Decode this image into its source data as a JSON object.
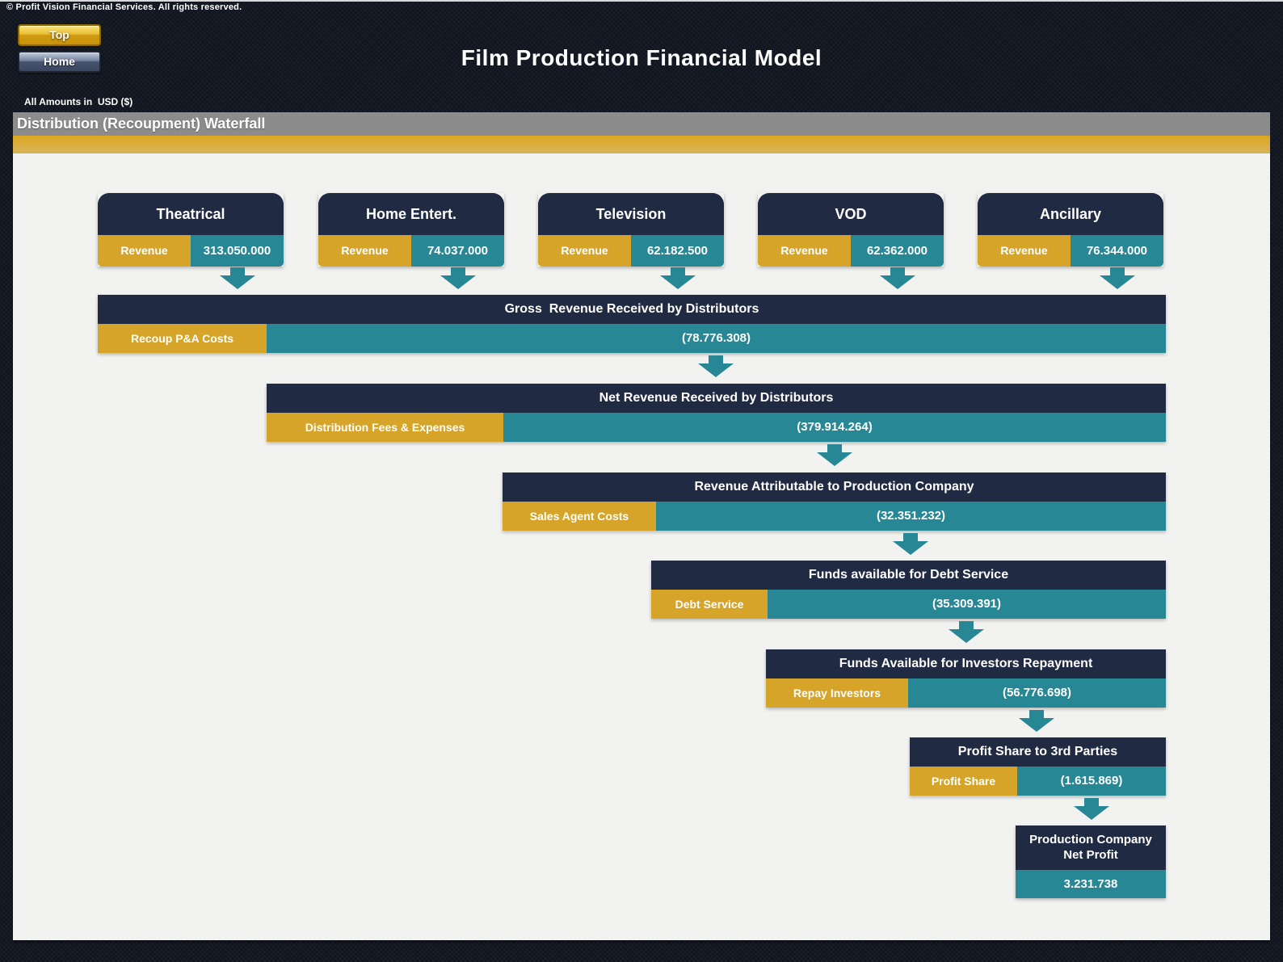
{
  "page": {
    "copyright": "© Profit Vision Financial Services. All rights reserved.",
    "title": "Film Production Financial Model",
    "currency_note": "All Amounts in  USD ($)",
    "section_title": "Distribution (Recoupment) Waterfall"
  },
  "nav": {
    "top_label": "Top",
    "home_label": "Home"
  },
  "colors": {
    "navy": "#202A42",
    "teal": "#278794",
    "gold": "#D5A428",
    "gray_header": "#8C8C8C",
    "page_background": "#11151F",
    "content_background": "#F2F2F0"
  },
  "revenue_sources": [
    {
      "name": "Theatrical",
      "label": "Revenue",
      "value": "313.050.000"
    },
    {
      "name": "Home Entert.",
      "label": "Revenue",
      "value": "74.037.000"
    },
    {
      "name": "Television",
      "label": "Revenue",
      "value": "62.182.500"
    },
    {
      "name": "VOD",
      "label": "Revenue",
      "value": "62.362.000"
    },
    {
      "name": "Ancillary",
      "label": "Revenue",
      "value": "76.344.000"
    }
  ],
  "waterfall": [
    {
      "title": "Gross  Revenue Received by Distributors",
      "deduction_label": "Recoup P&A Costs",
      "value": "(78.776.308)"
    },
    {
      "title": "Net Revenue Received by Distributors",
      "deduction_label": "Distribution Fees & Expenses",
      "value": "(379.914.264)"
    },
    {
      "title": "Revenue Attributable to Production Company",
      "deduction_label": "Sales Agent Costs",
      "value": "(32.351.232)"
    },
    {
      "title": "Funds available for Debt Service",
      "deduction_label": "Debt Service",
      "value": "(35.309.391)"
    },
    {
      "title": "Funds Available for Investors Repayment",
      "deduction_label": "Repay Investors",
      "value": "(56.776.698)"
    },
    {
      "title": "Profit Share to 3rd Parties",
      "deduction_label": "Profit Share",
      "value": "(1.615.869)"
    }
  ],
  "final": {
    "title": "Production Company\nNet Profit",
    "value": "3.231.738"
  }
}
